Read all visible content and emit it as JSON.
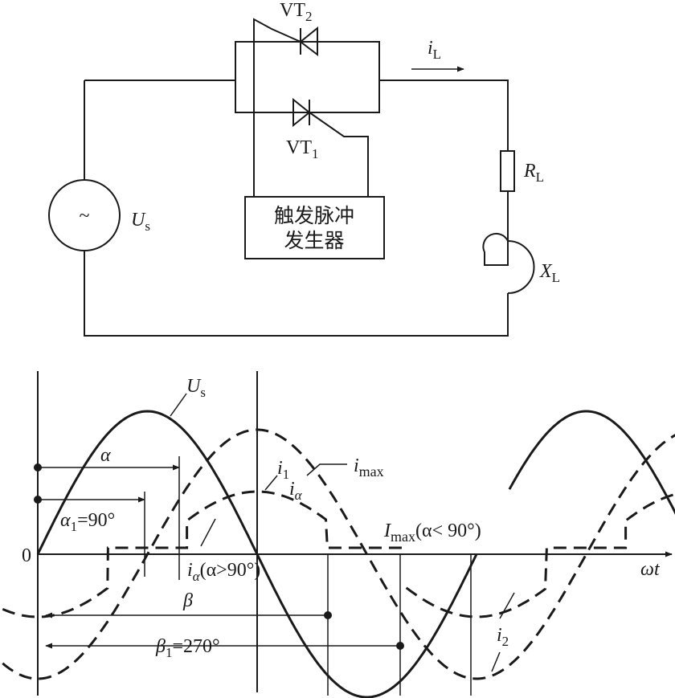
{
  "circuit": {
    "vt2": {
      "base": "VT",
      "sub": "2"
    },
    "vt1": {
      "base": "VT",
      "sub": "1"
    },
    "il": {
      "base": "i",
      "sub": "L"
    },
    "rl": {
      "base": "R",
      "sub": "L"
    },
    "xl": {
      "base": "X",
      "sub": "L"
    },
    "us": {
      "base": "U",
      "sub": "s"
    },
    "source_symbol": "~",
    "trigger_line1": "触发脉冲",
    "trigger_line2": "发生器"
  },
  "waveform": {
    "us": {
      "base": "U",
      "sub": "s"
    },
    "i1": {
      "base": "i",
      "sub": "1"
    },
    "imax": {
      "base": "i",
      "sub": "max"
    },
    "ia": {
      "base": "i",
      "sub": "α"
    },
    "Imax_cond": {
      "base": "I",
      "sub": "max",
      "rest": "(α< 90°)"
    },
    "ia_cond": {
      "base": "i",
      "sub": "α",
      "rest": "(α>90°)"
    },
    "alpha": "α",
    "alpha1": {
      "base": "α",
      "sub": "1",
      "rest": "=90°"
    },
    "beta": "β",
    "beta1": {
      "base": "β",
      "sub": "1",
      "rest": "=270°"
    },
    "i2": {
      "base": "i",
      "sub": "2"
    },
    "origin": "0",
    "xaxis": "ωt"
  }
}
